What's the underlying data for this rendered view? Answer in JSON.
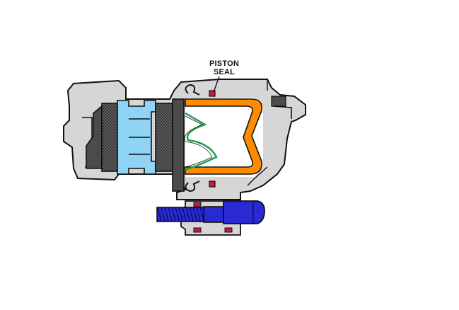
{
  "callout": {
    "line1": "PISTON",
    "line2": "SEAL"
  },
  "colors": {
    "housing": "#d6d6d6",
    "outline": "#111111",
    "friction_material": "#5a5a5a",
    "backing_plate": "#4b4b4b",
    "blue_insert": "#8fd3f5",
    "piston": "#ff8c00",
    "spring": "#1e9e50",
    "piston_seal": "#cc1a3a",
    "bolt": "#2a2ad2"
  },
  "parts": [
    "housing",
    "brake-pad-lining",
    "pad-backing-plate",
    "pad-insert",
    "piston",
    "anti-rattle-spring",
    "piston-seal",
    "dust-boot",
    "guide-bolt",
    "bleeder-screw"
  ]
}
